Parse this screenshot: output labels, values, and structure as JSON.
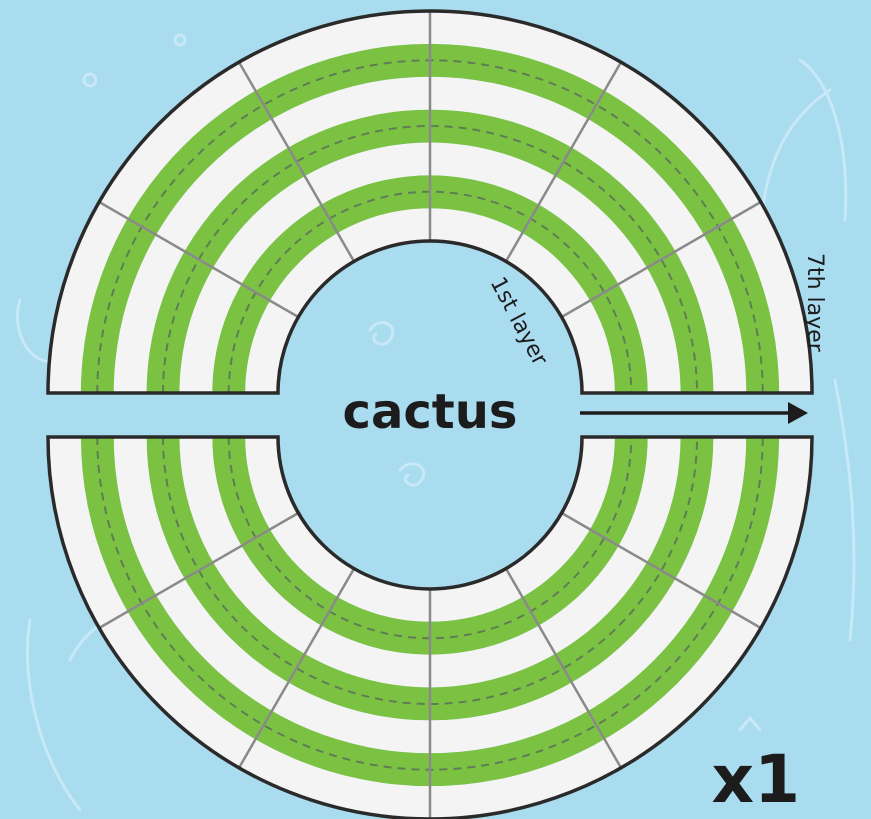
{
  "labels": {
    "center_word": "cactus",
    "inner_layer": "1st layer",
    "outer_layer": "7th layer",
    "count": "x1"
  },
  "colors": {
    "background": "#aadcf0",
    "doodle": "#c7e8f6",
    "ring_green": "#7cc242",
    "ring_white": "#f4f4f4",
    "outline": "#2a2a2a",
    "seam": "#8a8a8a",
    "dashes": "#5f7d55",
    "text": "#1c1c1c"
  },
  "rings": {
    "layer_count": 7,
    "layer_colors": [
      "white",
      "green",
      "white",
      "green",
      "white",
      "green",
      "white"
    ],
    "halves": [
      "top",
      "bottom"
    ],
    "segments_per_half": 6
  }
}
